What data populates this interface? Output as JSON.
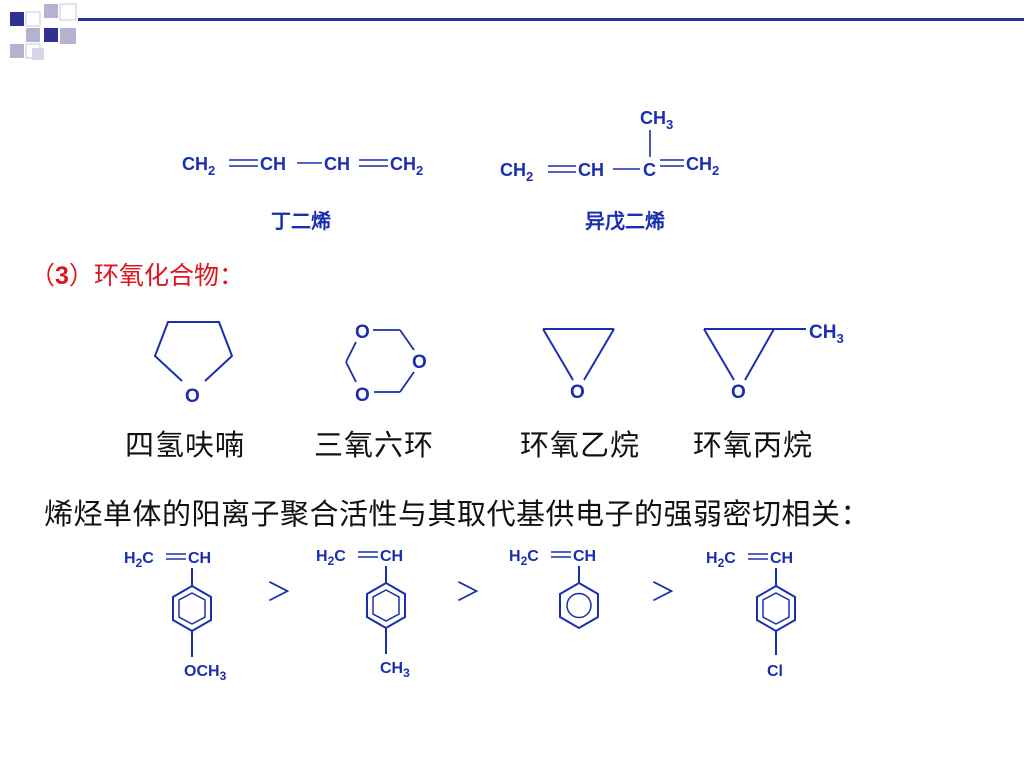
{
  "colors": {
    "accent": "#1a2fb0",
    "heading_red": "#e0141e",
    "deco_navy": "#2e3192",
    "deco_gray": "#b3b3d1"
  },
  "dienes": {
    "butadiene": {
      "atoms": [
        "CH",
        "2",
        "CH",
        "CH",
        "CH",
        "2"
      ],
      "name": "丁二烯"
    },
    "isoprene": {
      "methyl": [
        "CH",
        "3"
      ],
      "atoms": [
        "CH",
        "2",
        "CH",
        "C",
        "CH",
        "2"
      ],
      "name": "异戊二烯"
    }
  },
  "section3": {
    "number": "3",
    "title": "环氧化合物",
    "open": "（",
    "close": "）",
    "colon": "："
  },
  "epoxides": [
    {
      "atom": "O",
      "name": "四氢呋喃"
    },
    {
      "atoms": [
        "O",
        "O",
        "O"
      ],
      "name": "三氧六环"
    },
    {
      "atom": "O",
      "name": "环氧乙烷"
    },
    {
      "atom": "O",
      "methyl": [
        "CH",
        "3"
      ],
      "name": "环氧丙烷"
    }
  ],
  "statement": "烯烃单体的阳离子聚合活性与其取代基供电子的强弱密切相关：",
  "monomers": [
    {
      "vinyl": [
        "H",
        "2",
        "C",
        "CH"
      ],
      "sub": [
        "OCH",
        "3"
      ]
    },
    {
      "vinyl": [
        "H",
        "2",
        "C",
        "CH"
      ],
      "sub": [
        "CH",
        "3"
      ]
    },
    {
      "vinyl": [
        "H",
        "2",
        "C",
        "CH"
      ],
      "sub": []
    },
    {
      "vinyl": [
        "H",
        "2",
        "C",
        "CH"
      ],
      "sub": [
        "Cl"
      ]
    }
  ],
  "comparator": "＞"
}
